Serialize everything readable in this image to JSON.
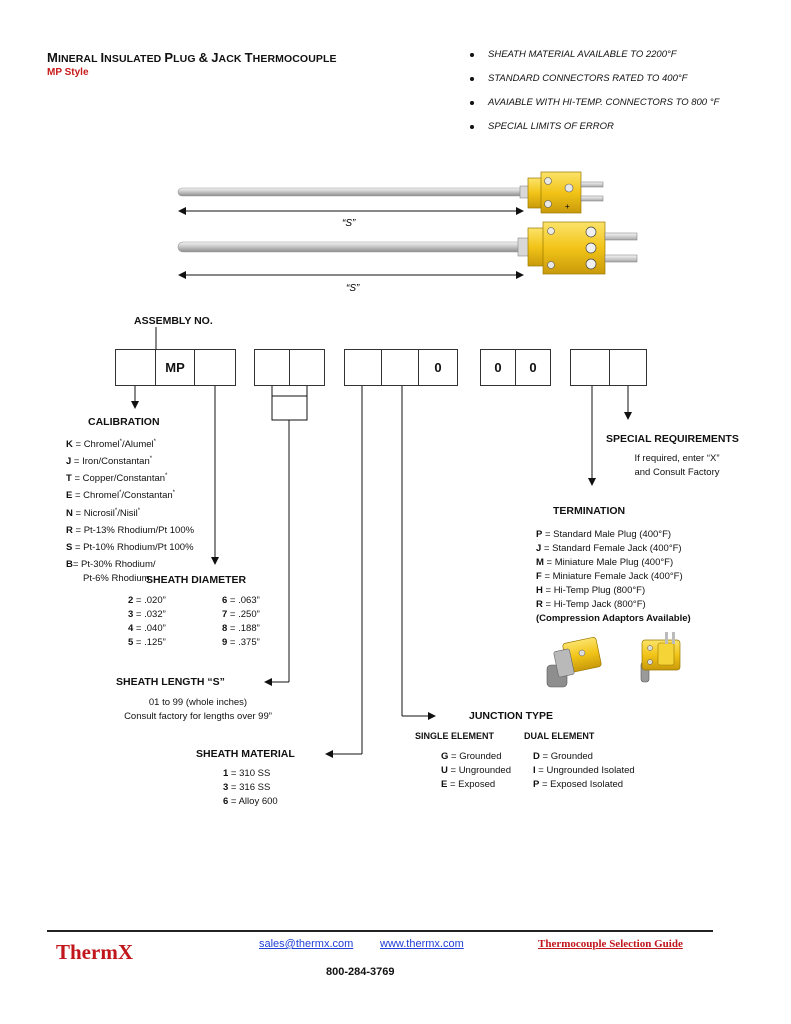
{
  "header": {
    "title_parts": [
      {
        "big": "M",
        "small": "INERAL "
      },
      {
        "big": "I",
        "small": "NSULATED "
      },
      {
        "big": "P",
        "small": "LUG "
      },
      {
        "big": "&",
        "small": " "
      },
      {
        "big": "J",
        "small": "ACK "
      },
      {
        "big": "T",
        "small": "HERMOCOUPLE"
      }
    ],
    "subtitle": "MP Style"
  },
  "features": [
    "SHEATH MATERIAL AVAILABLE TO 2200°F",
    "STANDARD CONNECTORS RATED TO 400°F",
    "AVAIABLE WITH HI-TEMP. CONNECTORS TO 800 °F",
    "SPECIAL LIMITS OF ERROR"
  ],
  "diagram": {
    "length_label_1": "“S”",
    "length_label_2": "“S”",
    "mini_plus": "+",
    "mini_minus": "−"
  },
  "assembly": {
    "label": "ASSEMBLY NO.",
    "boxes": [
      "",
      "MP",
      "",
      "",
      "",
      "",
      "",
      "0",
      "0",
      "0",
      "",
      ""
    ]
  },
  "calibration": {
    "heading": "CALIBRATION",
    "items": [
      {
        "code": "K",
        "text": " = Chromel",
        "sup1": "*",
        "text2": "/Alumel",
        "sup2": "*"
      },
      {
        "code": "J",
        "text": " = Iron/Constantan",
        "sup1": "*",
        "text2": "",
        "sup2": ""
      },
      {
        "code": "T",
        "text": " = Copper/Constantan",
        "sup1": "*",
        "text2": "",
        "sup2": ""
      },
      {
        "code": "E",
        "text": " = Chromel",
        "sup1": "*",
        "text2": "/Constantan",
        "sup2": "*"
      },
      {
        "code": "N",
        "text": " = Nicrosil",
        "sup1": "*",
        "text2": "/Nisil",
        "sup2": "*"
      },
      {
        "code": "R",
        "text": " = Pt-13% Rhodium/Pt 100%",
        "sup1": "",
        "text2": "",
        "sup2": ""
      },
      {
        "code": "S",
        "text": " = Pt-10% Rhodium/Pt 100%",
        "sup1": "",
        "text2": "",
        "sup2": ""
      },
      {
        "code": "B",
        "text": "=  Pt-30% Rhodium/",
        "sup1": "",
        "text2": "",
        "sup2": ""
      }
    ],
    "continuation": "Pt-6% Rhodium"
  },
  "sheath_diameter": {
    "heading": "SHEATH DIAMETER",
    "left": [
      {
        "code": "2",
        "value": " = .020”"
      },
      {
        "code": "3",
        "value": " = .032”"
      },
      {
        "code": "4",
        "value": " = .040”"
      },
      {
        "code": "5",
        "value": " = .125”"
      }
    ],
    "right": [
      {
        "code": "6",
        "value": " = .063”"
      },
      {
        "code": "7",
        "value": " = .250”"
      },
      {
        "code": "8",
        "value": " = .188”"
      },
      {
        "code": "9",
        "value": " = .375”"
      }
    ]
  },
  "sheath_length": {
    "heading": "SHEATH LENGTH “S”",
    "line1": "01 to 99 (whole inches)",
    "line2": "Consult factory for lengths over 99”"
  },
  "sheath_material": {
    "heading": "SHEATH MATERIAL",
    "items": [
      {
        "code": "1",
        "value": " = 310 SS"
      },
      {
        "code": "3",
        "value": " = 316 SS"
      },
      {
        "code": "6",
        "value": " = Alloy 600"
      }
    ]
  },
  "junction": {
    "heading": "JUNCTION TYPE",
    "single_heading": "SINGLE ELEMENT",
    "dual_heading": "DUAL ELEMENT",
    "single": [
      {
        "code": "G",
        "value": " = Grounded"
      },
      {
        "code": "U",
        "value": " = Ungrounded"
      },
      {
        "code": "E",
        "value": " = Exposed"
      }
    ],
    "dual": [
      {
        "code": "D",
        "value": " = Grounded"
      },
      {
        "code": "I",
        "value": " = Ungrounded Isolated"
      },
      {
        "code": "P",
        "value": " = Exposed Isolated"
      }
    ]
  },
  "special": {
    "heading": "SPECIAL REQUIREMENTS",
    "line1": "If required, enter “X”",
    "line2": "and Consult Factory"
  },
  "termination": {
    "heading": "TERMINATION",
    "items": [
      {
        "code": "P",
        "value": " = Standard Male Plug (400°F)"
      },
      {
        "code": "J",
        "value": " = Standard Female Jack (400°F)"
      },
      {
        "code": "M",
        "value": " = Miniature Male Plug (400°F)"
      },
      {
        "code": "F",
        "value": " = Miniature Female Jack (400°F)"
      },
      {
        "code": "H",
        "value": " = Hi-Temp Plug (800°F)"
      },
      {
        "code": "R",
        "value": " = Hi-Temp Jack (800°F)"
      }
    ],
    "note": "(Compression Adaptors Available)"
  },
  "footer": {
    "logo": "ThermX",
    "email": "sales@thermx.com",
    "website": "www.thermx.com",
    "guide": "Thermocouple Selection Guide",
    "phone": "800-284-3769"
  },
  "colors": {
    "brand_red": "#c0161c",
    "subtitle_red": "#c81a1a",
    "link_blue": "#1f3fd6",
    "connector_yellow": "#f2c418"
  }
}
